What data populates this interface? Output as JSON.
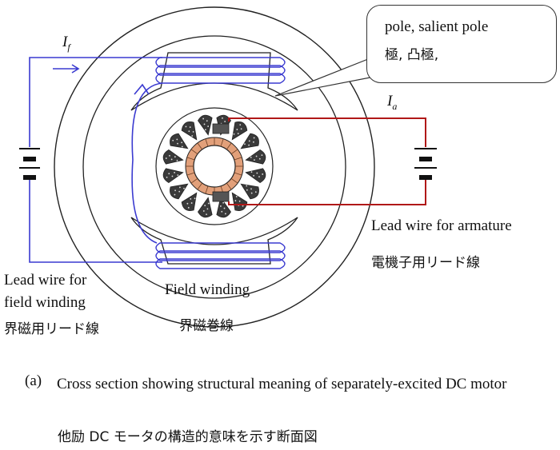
{
  "labels": {
    "field_current": "I",
    "field_current_sub": "f",
    "armature_current": "I",
    "armature_current_sub": "a",
    "callout_en": "pole,  salient pole",
    "callout_jp": "極,  凸極,",
    "armature_lead_en": "Lead wire for armature",
    "armature_lead_jp": "電機子用リード線",
    "field_lead_en_1": "Lead wire for",
    "field_lead_en_2": "field winding",
    "field_lead_jp": "界磁用リード線",
    "field_winding_en": "Field winding",
    "field_winding_jp": "界磁巻線"
  },
  "caption": {
    "number": "(a)",
    "en": "Cross section showing structural meaning of separately-excited DC motor",
    "jp": "他励 DC モータの構造的意味を示す断面図"
  },
  "colors": {
    "field_circuit": "#3a3ad0",
    "armature_circuit": "#b01818",
    "commutator": "#e2a07a",
    "slot_fill": "#3a3a3a",
    "outline": "#222222"
  }
}
